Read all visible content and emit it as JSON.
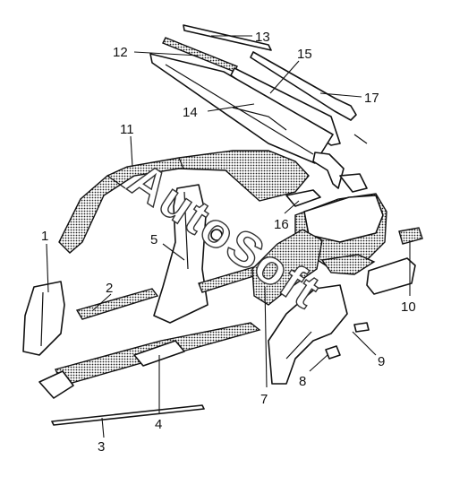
{
  "watermark": "AutoSoft",
  "callouts": [
    {
      "id": "1",
      "label": "1"
    },
    {
      "id": "2",
      "label": "2"
    },
    {
      "id": "3",
      "label": "3"
    },
    {
      "id": "4",
      "label": "4"
    },
    {
      "id": "5",
      "label": "5"
    },
    {
      "id": "7",
      "label": "7"
    },
    {
      "id": "8",
      "label": "8"
    },
    {
      "id": "9",
      "label": "9"
    },
    {
      "id": "10",
      "label": "10"
    },
    {
      "id": "11",
      "label": "11"
    },
    {
      "id": "12",
      "label": "12"
    },
    {
      "id": "13",
      "label": "13"
    },
    {
      "id": "14",
      "label": "14"
    },
    {
      "id": "15",
      "label": "15"
    },
    {
      "id": "16",
      "label": "16"
    },
    {
      "id": "17",
      "label": "17"
    }
  ],
  "colors": {
    "line": "#111111",
    "background": "#ffffff"
  }
}
